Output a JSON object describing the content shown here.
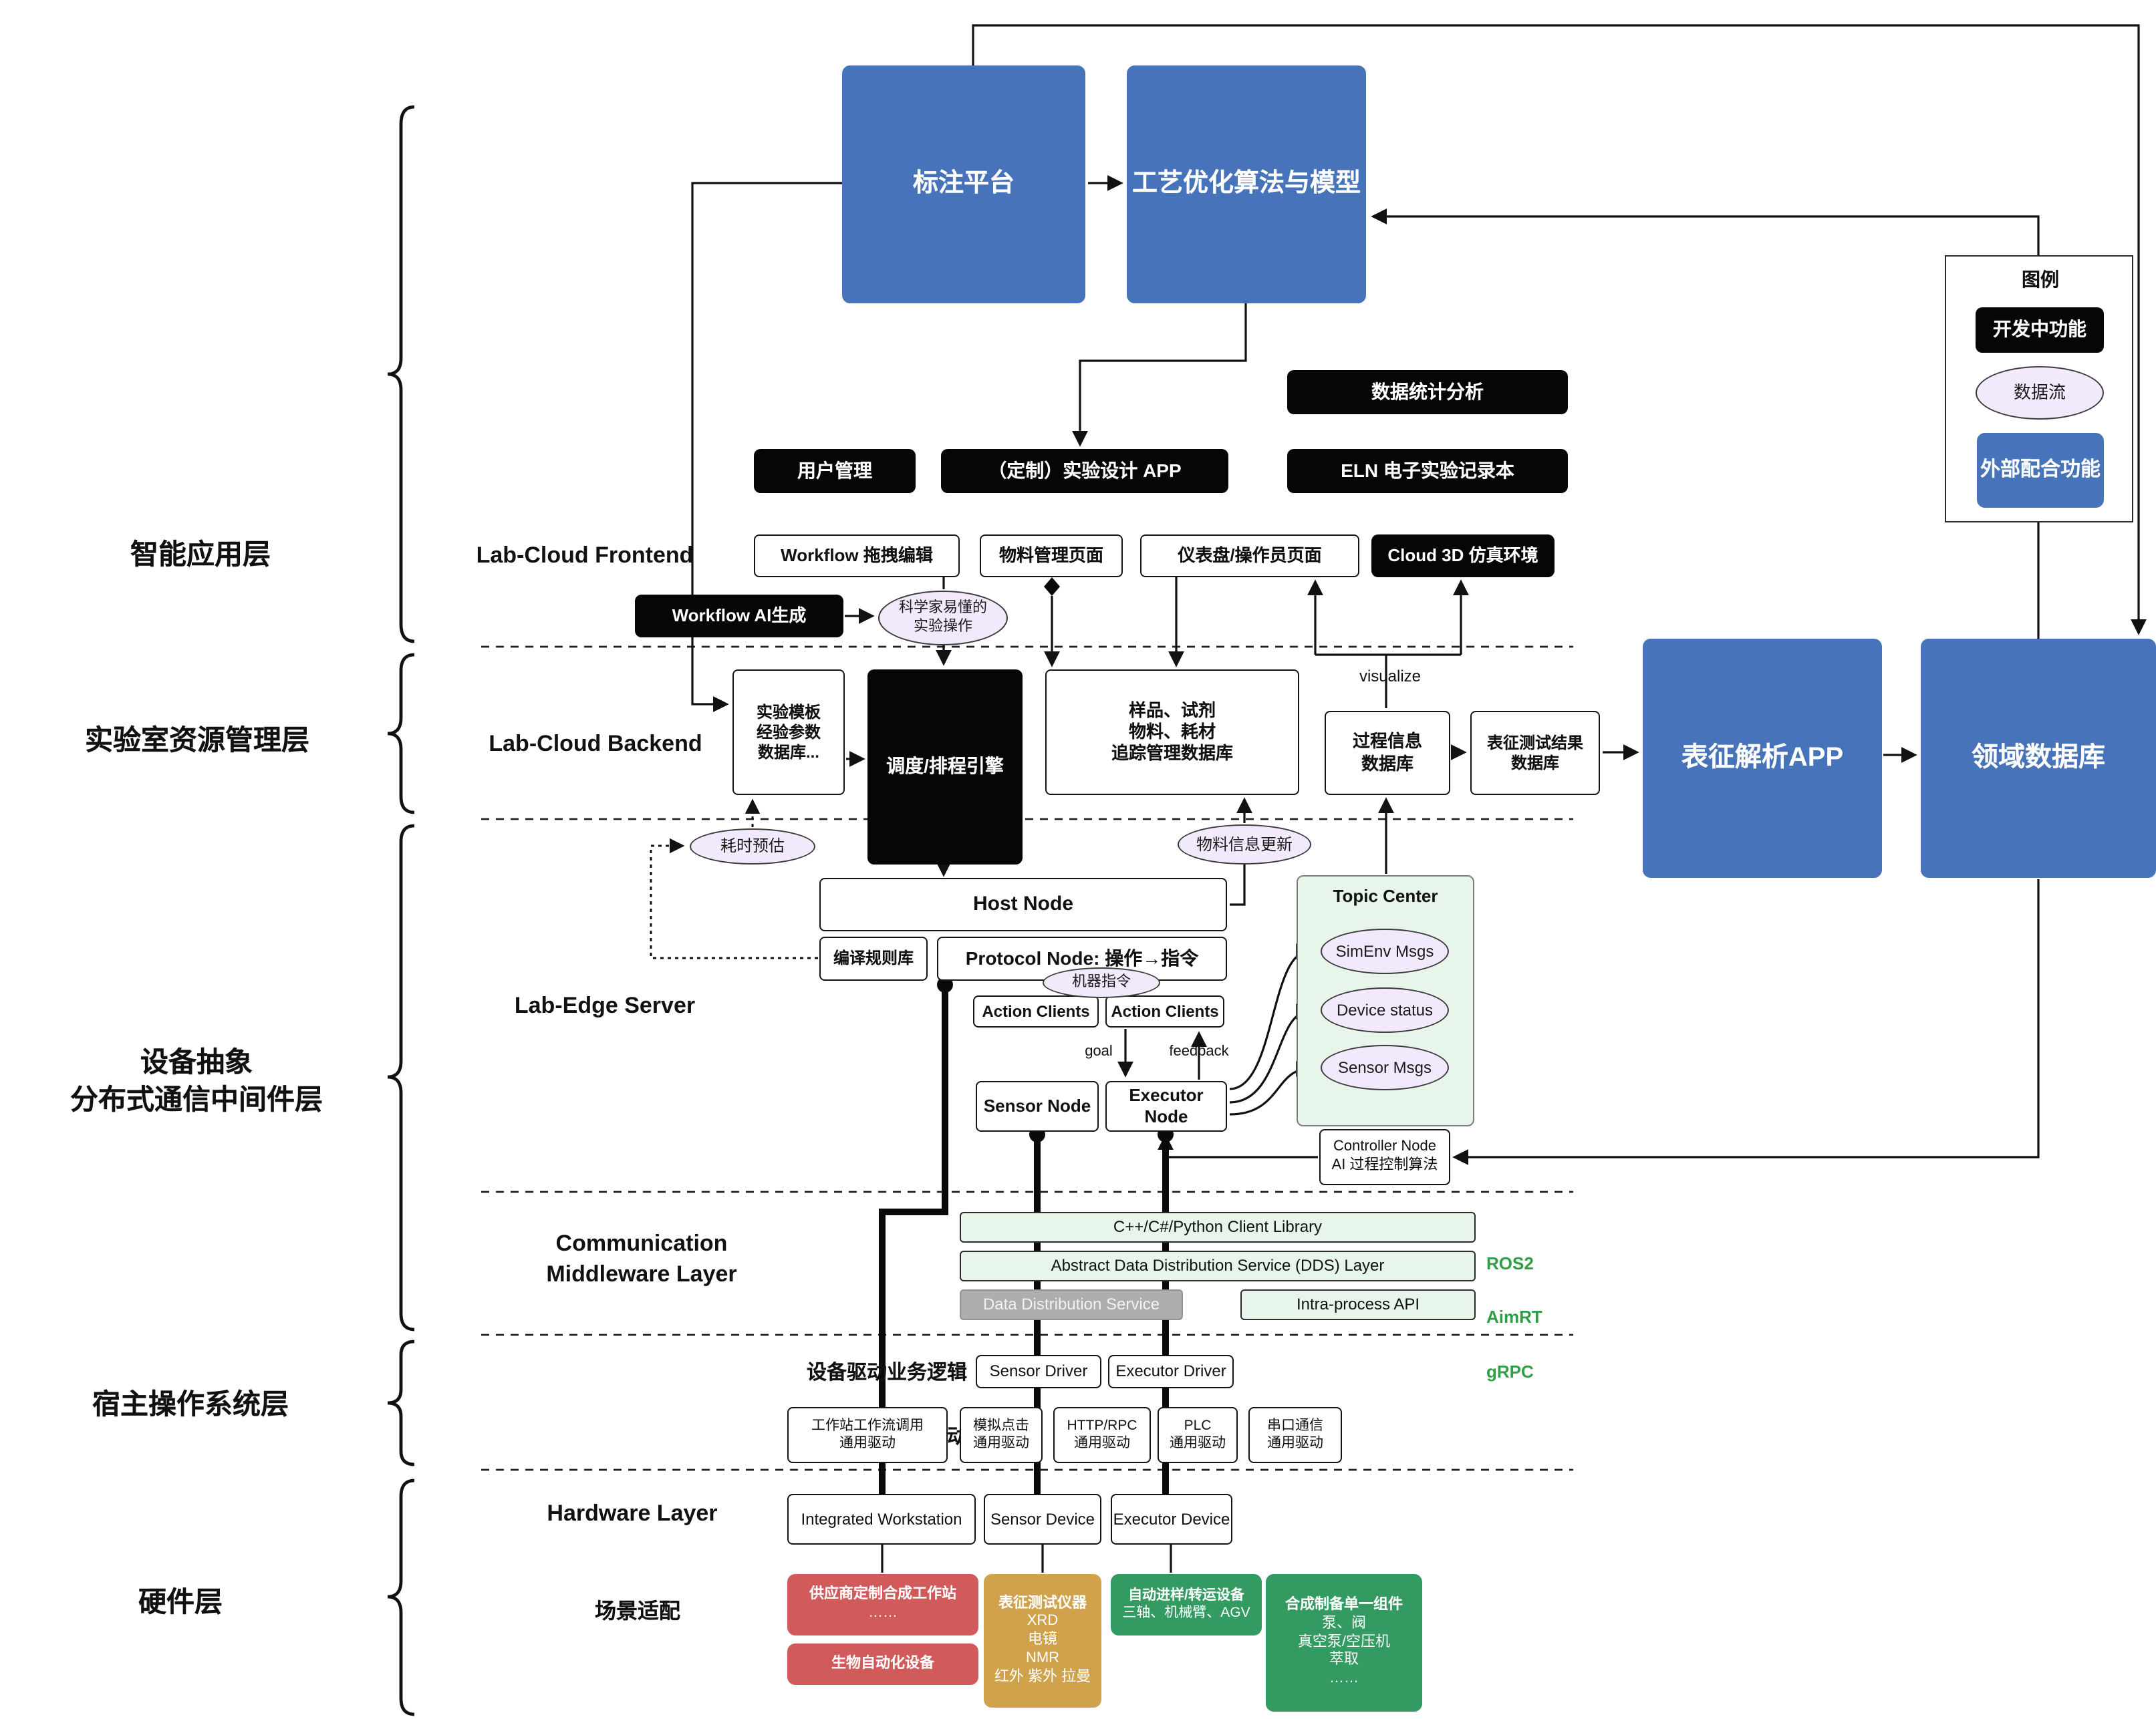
{
  "colors": {
    "accent_blue": "#4673b9",
    "dev_black": "#060606",
    "flow_purple": "#f2e9fc",
    "middleware_green": "#e7f5ea",
    "vendor_red": "#d15a5a",
    "instrument_gold": "#d1a24c",
    "hardware_green": "#339b62",
    "protocol_green_text": "#2f9e44"
  },
  "layers": {
    "l1": "智能应用层",
    "l2": "实验室资源管理层",
    "l3": "设备抽象\n分布式通信中间件层",
    "l4": "宿主操作系统层",
    "l5": "硬件层"
  },
  "legend": {
    "title": "图例",
    "in_dev": "开发中功能",
    "data_flow": "数据流",
    "external": "外部配合功能"
  },
  "top": {
    "annotation": "标注平台",
    "optimization": "工艺优化算法与模型",
    "data_stats": "数据统计分析",
    "user_mgmt": "用户管理",
    "custom_app": "（定制）实验设计 APP",
    "eln": "ELN 电子实验记录本"
  },
  "frontend": {
    "label": "Lab-Cloud Frontend",
    "workflow_edit": "Workflow 拖拽编辑",
    "material_page": "物料管理页面",
    "dashboard": "仪表盘/操作员页面",
    "cloud3d": "Cloud 3D 仿真环境",
    "workflow_ai": "Workflow AI生成",
    "sci_ops": "科学家易懂的\n实验操作"
  },
  "backend": {
    "label": "Lab-Cloud Backend",
    "template_db": "实验模板\n经验参数\n数据库...",
    "scheduler": "调度/排程引擎",
    "sample_db": "样品、试剂\n物料、耗材\n追踪管理数据库",
    "visualize": "visualize",
    "process_db": "过程信息\n数据库",
    "result_db": "表征测试结果\n数据库",
    "char_app": "表征解析APP",
    "domain_db": "领域数据库"
  },
  "edge": {
    "label": "Lab-Edge Server",
    "time_estimate": "耗时预估",
    "material_update": "物料信息更新",
    "host_node": "Host Node",
    "compile_rules": "编译规则库",
    "protocol_node": "Protocol Node: 操作→指令",
    "machine_cmd": "机器指令",
    "action_clients": "Action Clients",
    "goal": "goal",
    "feedback": "feedback",
    "sensor_node": "Sensor Node",
    "executor_node": "Executor Node",
    "topic_center": "Topic Center",
    "simenv": "SimEnv Msgs",
    "device_status": "Device status",
    "sensor_msgs": "Sensor Msgs",
    "controller": "Controller Node\nAI 过程控制算法"
  },
  "middleware": {
    "label": "Communication\nMiddleware Layer",
    "client_lib": "C++/C#/Python Client Library",
    "dds_layer": "Abstract Data Distribution Service (DDS) Layer",
    "dds": "Data Distribution Service",
    "intra": "Intra-process API",
    "ros2": "ROS2",
    "aimrt": "AimRT",
    "grpc": "gRPC"
  },
  "hostos": {
    "driver_logic": "设备驱动业务逻辑",
    "sensor_driver": "Sensor Driver",
    "executor_driver": "Executor Driver",
    "hw_comm": "硬件通信通用驱动",
    "ws_driver": "工作站工作流调用\n通用驱动",
    "click_driver": "模拟点击\n通用驱动",
    "http_driver": "HTTP/RPC\n通用驱动",
    "plc_driver": "PLC\n通用驱动",
    "serial_driver": "串口通信\n通用驱动"
  },
  "hardware": {
    "label": "Hardware Layer",
    "integrated": "Integrated Workstation",
    "sensor_device": "Sensor Device",
    "executor_device": "Executor Device"
  },
  "scenario": {
    "label": "场景适配",
    "vendor_title": "供应商定制合成工作站",
    "vendor_body": "……",
    "bio": "生物自动化设备",
    "charins_title": "表征测试仪器",
    "charins_body": "XRD\n电镜\nNMR\n红外 紫外 拉曼",
    "transfer_title": "自动进样/转运设备",
    "transfer_body": "三轴、机械臂、AGV",
    "synth_title": "合成制备单一组件",
    "synth_body": "泵、阀\n真空泵/空压机\n萃取\n……"
  }
}
